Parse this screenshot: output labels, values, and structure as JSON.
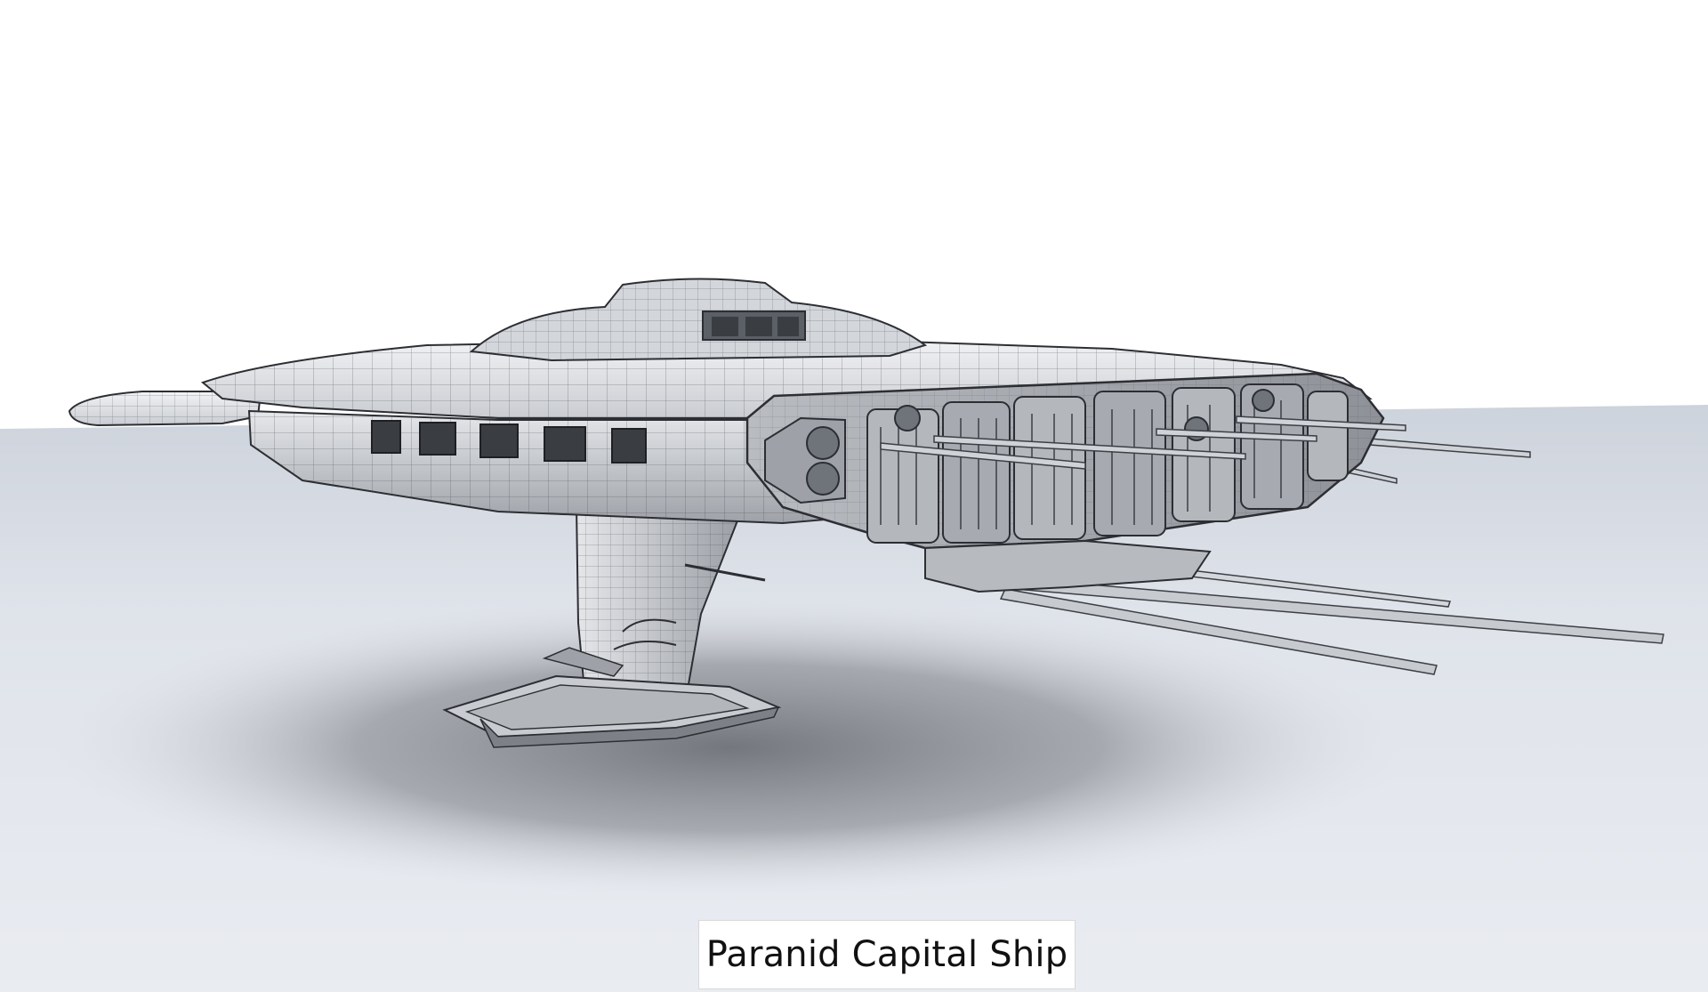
{
  "image": {
    "subject": "spaceship-3d-wireframe-render",
    "caption": "Paranid Capital Ship"
  },
  "colors": {
    "sky": "#ffffff",
    "floor_light": "#dfe3ea",
    "floor_shadow": "#8c8f95",
    "hull_light": "#d6d8dc",
    "hull_mid": "#a9adb3",
    "hull_dark": "#5b5f66",
    "wire": "#2c2e33"
  },
  "icons": {
    "ship": "ship-render"
  }
}
